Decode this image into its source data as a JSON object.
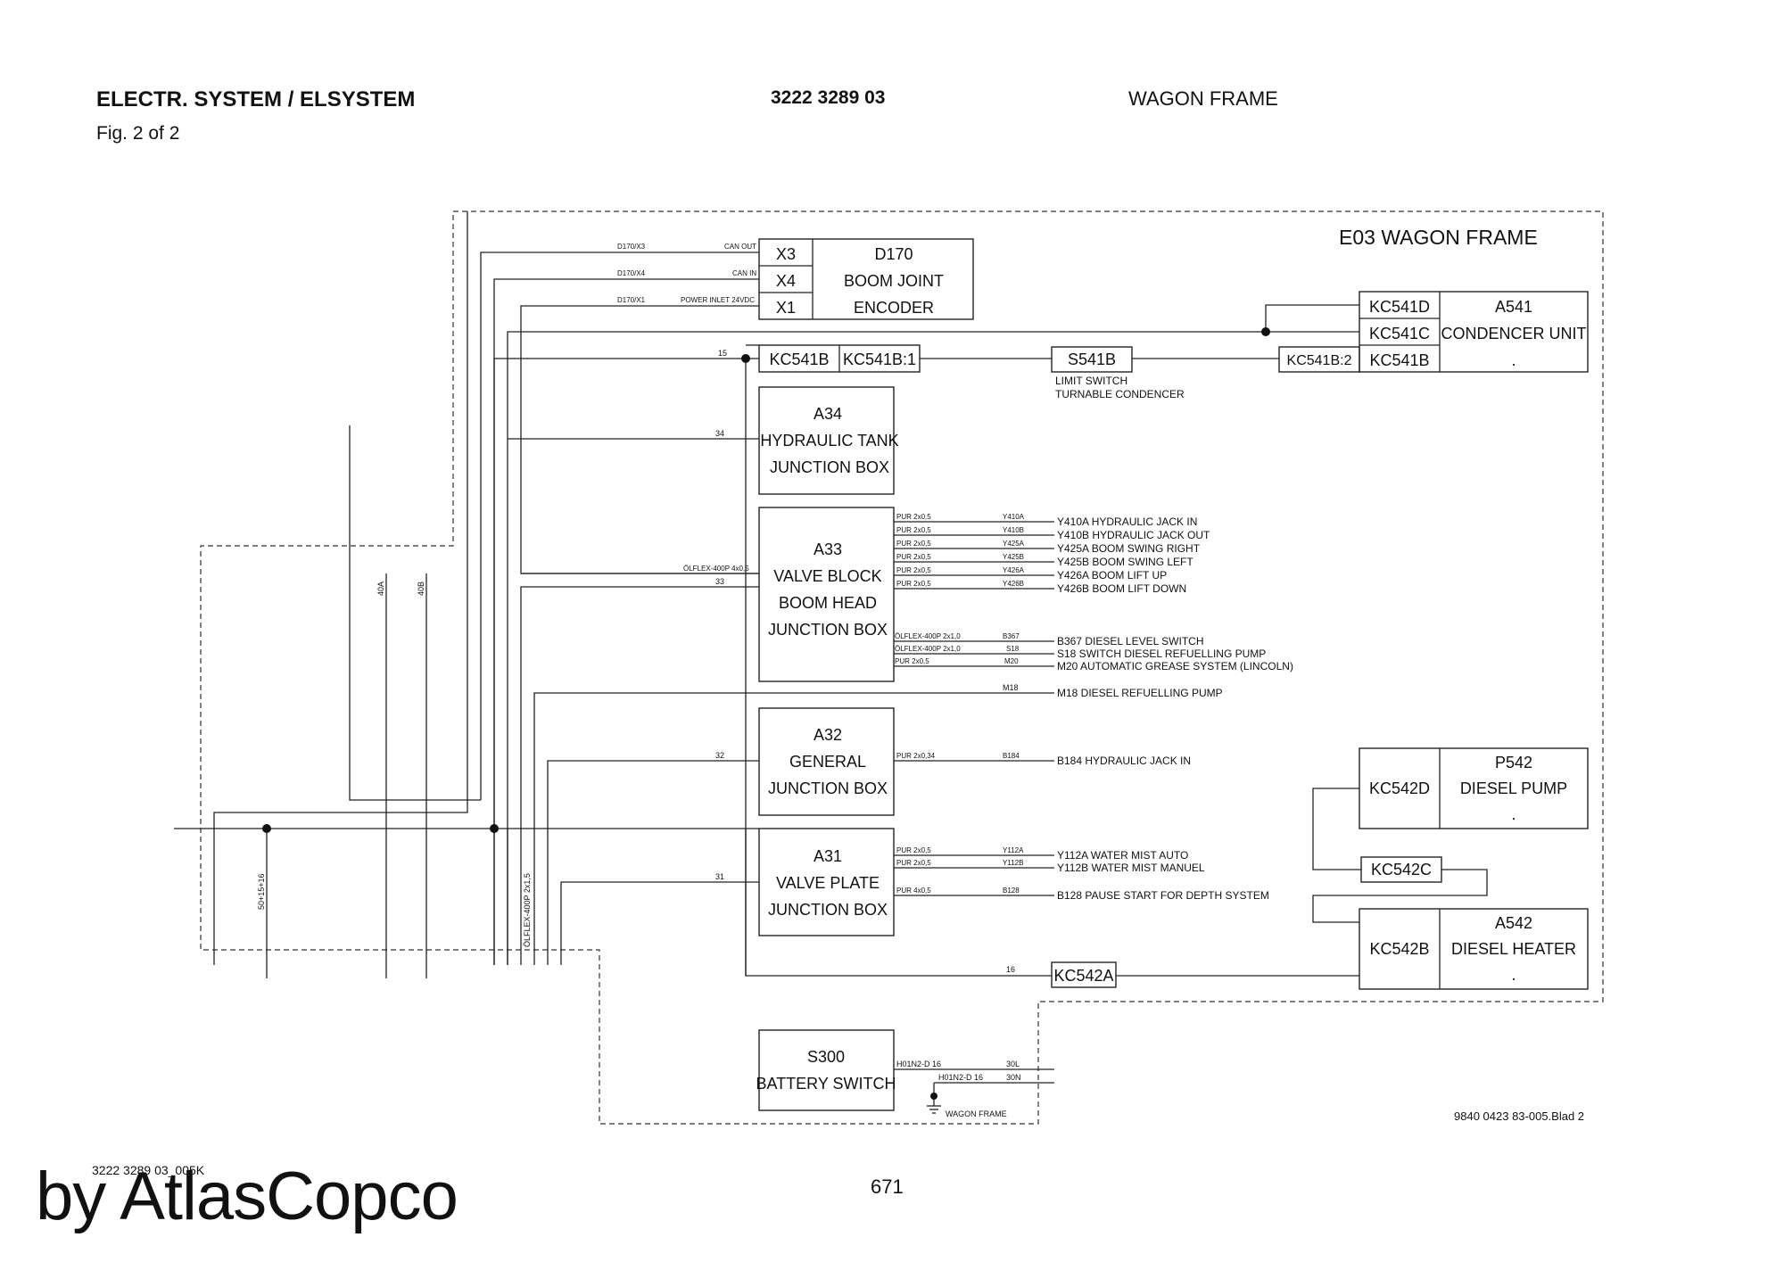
{
  "header": {
    "title": "ELECTR. SYSTEM / ELSYSTEM",
    "fig": "Fig. 2 of 2",
    "part_no": "3222 3289 03",
    "section": "WAGON FRAME"
  },
  "footer": {
    "doc_code": "3222 3289 03_005K",
    "brand": "by AtlasCopco",
    "page": "671"
  },
  "schematic": {
    "frame_title": "E03 WAGON FRAME",
    "drawing_ref": "9840 0423 83-005.Blad 2",
    "d170": {
      "pins": [
        "X3",
        "X4",
        "X1"
      ],
      "lines": [
        "D170",
        "BOOM JOINT",
        "ENCODER"
      ]
    },
    "d170_wires": [
      {
        "ref": "D170/X3",
        "sig": "CAN OUT"
      },
      {
        "ref": "D170/X4",
        "sig": "CAN IN"
      },
      {
        "ref": "D170/X1",
        "sig": "POWER INLET 24VDC"
      }
    ],
    "a541": {
      "pins": [
        "KC541D",
        "KC541C",
        "KC541B"
      ],
      "lines": [
        "A541",
        "CONDENCER UNIT",
        "."
      ]
    },
    "kc541b": "KC541B",
    "kc541b1": "KC541B:1",
    "kc541b2": "KC541B:2",
    "s541b": {
      "label": "S541B",
      "desc1": "LIMIT SWITCH",
      "desc2": "TURNABLE CONDENCER"
    },
    "wire_15": "15",
    "a34": {
      "lines": [
        "A34",
        "HYDRAULIC TANK",
        "JUNCTION BOX"
      ],
      "wire": "34"
    },
    "a33": {
      "lines": [
        "A33",
        "VALVE BLOCK",
        "BOOM HEAD",
        "JUNCTION BOX"
      ],
      "cable": "ÖLFLEX-400P 4x0,5",
      "wire": "33",
      "outputs": [
        {
          "cable": "PUR 2x0,5",
          "code": "Y410A",
          "desc": "Y410A HYDRAULIC JACK IN"
        },
        {
          "cable": "PUR 2x0,5",
          "code": "Y410B",
          "desc": "Y410B HYDRAULIC JACK OUT"
        },
        {
          "cable": "PUR 2x0,5",
          "code": "Y425A",
          "desc": "Y425A BOOM SWING RIGHT"
        },
        {
          "cable": "PUR 2x0,5",
          "code": "Y425B",
          "desc": "Y425B BOOM SWING LEFT"
        },
        {
          "cable": "PUR 2x0,5",
          "code": "Y426A",
          "desc": "Y426A BOOM LIFT UP"
        },
        {
          "cable": "PUR 2x0,5",
          "code": "Y426B",
          "desc": "Y426B BOOM LIFT DOWN"
        }
      ],
      "outputs2": [
        {
          "cable": "ÖLFLEX-400P 2x1,0",
          "code": "B367",
          "desc": "B367 DIESEL LEVEL SWITCH"
        },
        {
          "cable": "ÖLFLEX-400P 2x1,0",
          "code": "S18",
          "desc": "S18 SWITCH DIESEL REFUELLING PUMP"
        },
        {
          "cable": "PUR 2x0,5",
          "code": "M20",
          "desc": "M20 AUTOMATIC GREASE SYSTEM (LINCOLN)"
        }
      ]
    },
    "m18": {
      "code": "M18",
      "desc": "M18 DIESEL REFUELLING PUMP"
    },
    "a32": {
      "lines": [
        "A32",
        "GENERAL",
        "JUNCTION BOX"
      ],
      "wire": "32",
      "cable": "PUR 2x0,34",
      "code": "B184",
      "desc": "B184 HYDRAULIC JACK IN"
    },
    "a31": {
      "lines": [
        "A31",
        "VALVE PLATE",
        "JUNCTION BOX"
      ],
      "wire": "31",
      "outputs": [
        {
          "cable": "PUR 2x0,5",
          "code": "Y112A",
          "desc": "Y112A WATER MIST AUTO"
        },
        {
          "cable": "PUR 2x0,5",
          "code": "Y112B",
          "desc": "Y112B WATER MIST MANUEL"
        },
        {
          "cable": "PUR 4x0,5",
          "code": "B128",
          "desc": "B128 PAUSE START FOR DEPTH SYSTEM"
        }
      ]
    },
    "p542": {
      "pin": "KC542D",
      "lines": [
        "P542",
        "DIESEL PUMP",
        "."
      ]
    },
    "kc542c": "KC542C",
    "a542": {
      "pin": "KC542B",
      "lines": [
        "A542",
        "DIESEL HEATER",
        "."
      ]
    },
    "kc542a": {
      "label": "KC542A",
      "wire": "16"
    },
    "s300": {
      "lines": [
        "S300",
        "BATTERY SWITCH"
      ],
      "wires": [
        {
          "cable": "H01N2-D 16",
          "code": "30L"
        },
        {
          "cable": "H01N2-D 16",
          "code": "30N"
        }
      ],
      "ground": "WAGON FRAME"
    },
    "vertical_labels": {
      "w40a": "40A",
      "w40b": "40B",
      "w50": "50+15+16",
      "olflex": "ÖLFLEX-400P 2x1,5"
    }
  }
}
